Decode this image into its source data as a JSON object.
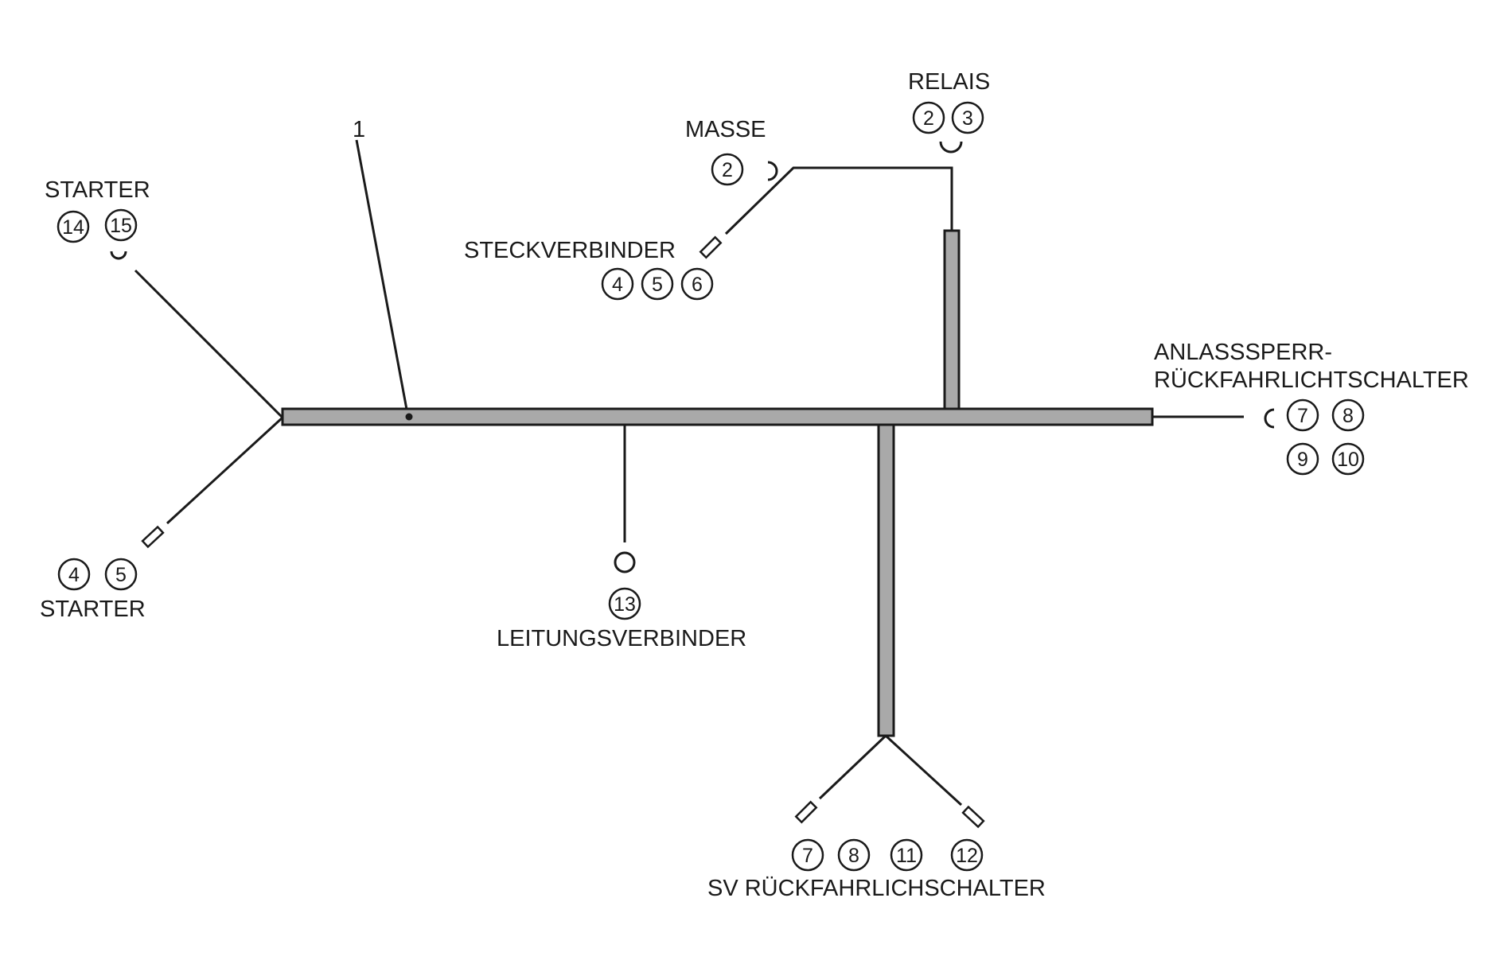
{
  "labels": {
    "callout_1": "1",
    "relais": "RELAIS",
    "masse": "MASSE",
    "steckverbinder": "STECKVERBINDER",
    "starter_top": "STARTER",
    "starter_bottom": "STARTER",
    "anlasssperr_line1": "ANLASSSPERR-",
    "anlasssperr_line2": "RÜCKFAHRLICHTSCHALTER",
    "leitungsverbinder": "LEITUNGSVERBINDER",
    "sv_rueckfahrlichschalter": "SV RÜCKFAHRLICHSCHALTER"
  },
  "pins": {
    "relais": [
      "2",
      "3"
    ],
    "masse": [
      "2"
    ],
    "steckverbinder": [
      "4",
      "5",
      "6"
    ],
    "starter_top": [
      "14",
      "15"
    ],
    "starter_bottom": [
      "4",
      "5"
    ],
    "anlasssperr_row1": [
      "7",
      "8"
    ],
    "anlasssperr_row2": [
      "9",
      "10"
    ],
    "leitungsverbinder": [
      "13"
    ],
    "sv_rueckfahrlichschalter": [
      "7",
      "8",
      "11",
      "12"
    ]
  },
  "colors": {
    "trunk": "#a9a9a9",
    "line": "#1a1a1a"
  }
}
